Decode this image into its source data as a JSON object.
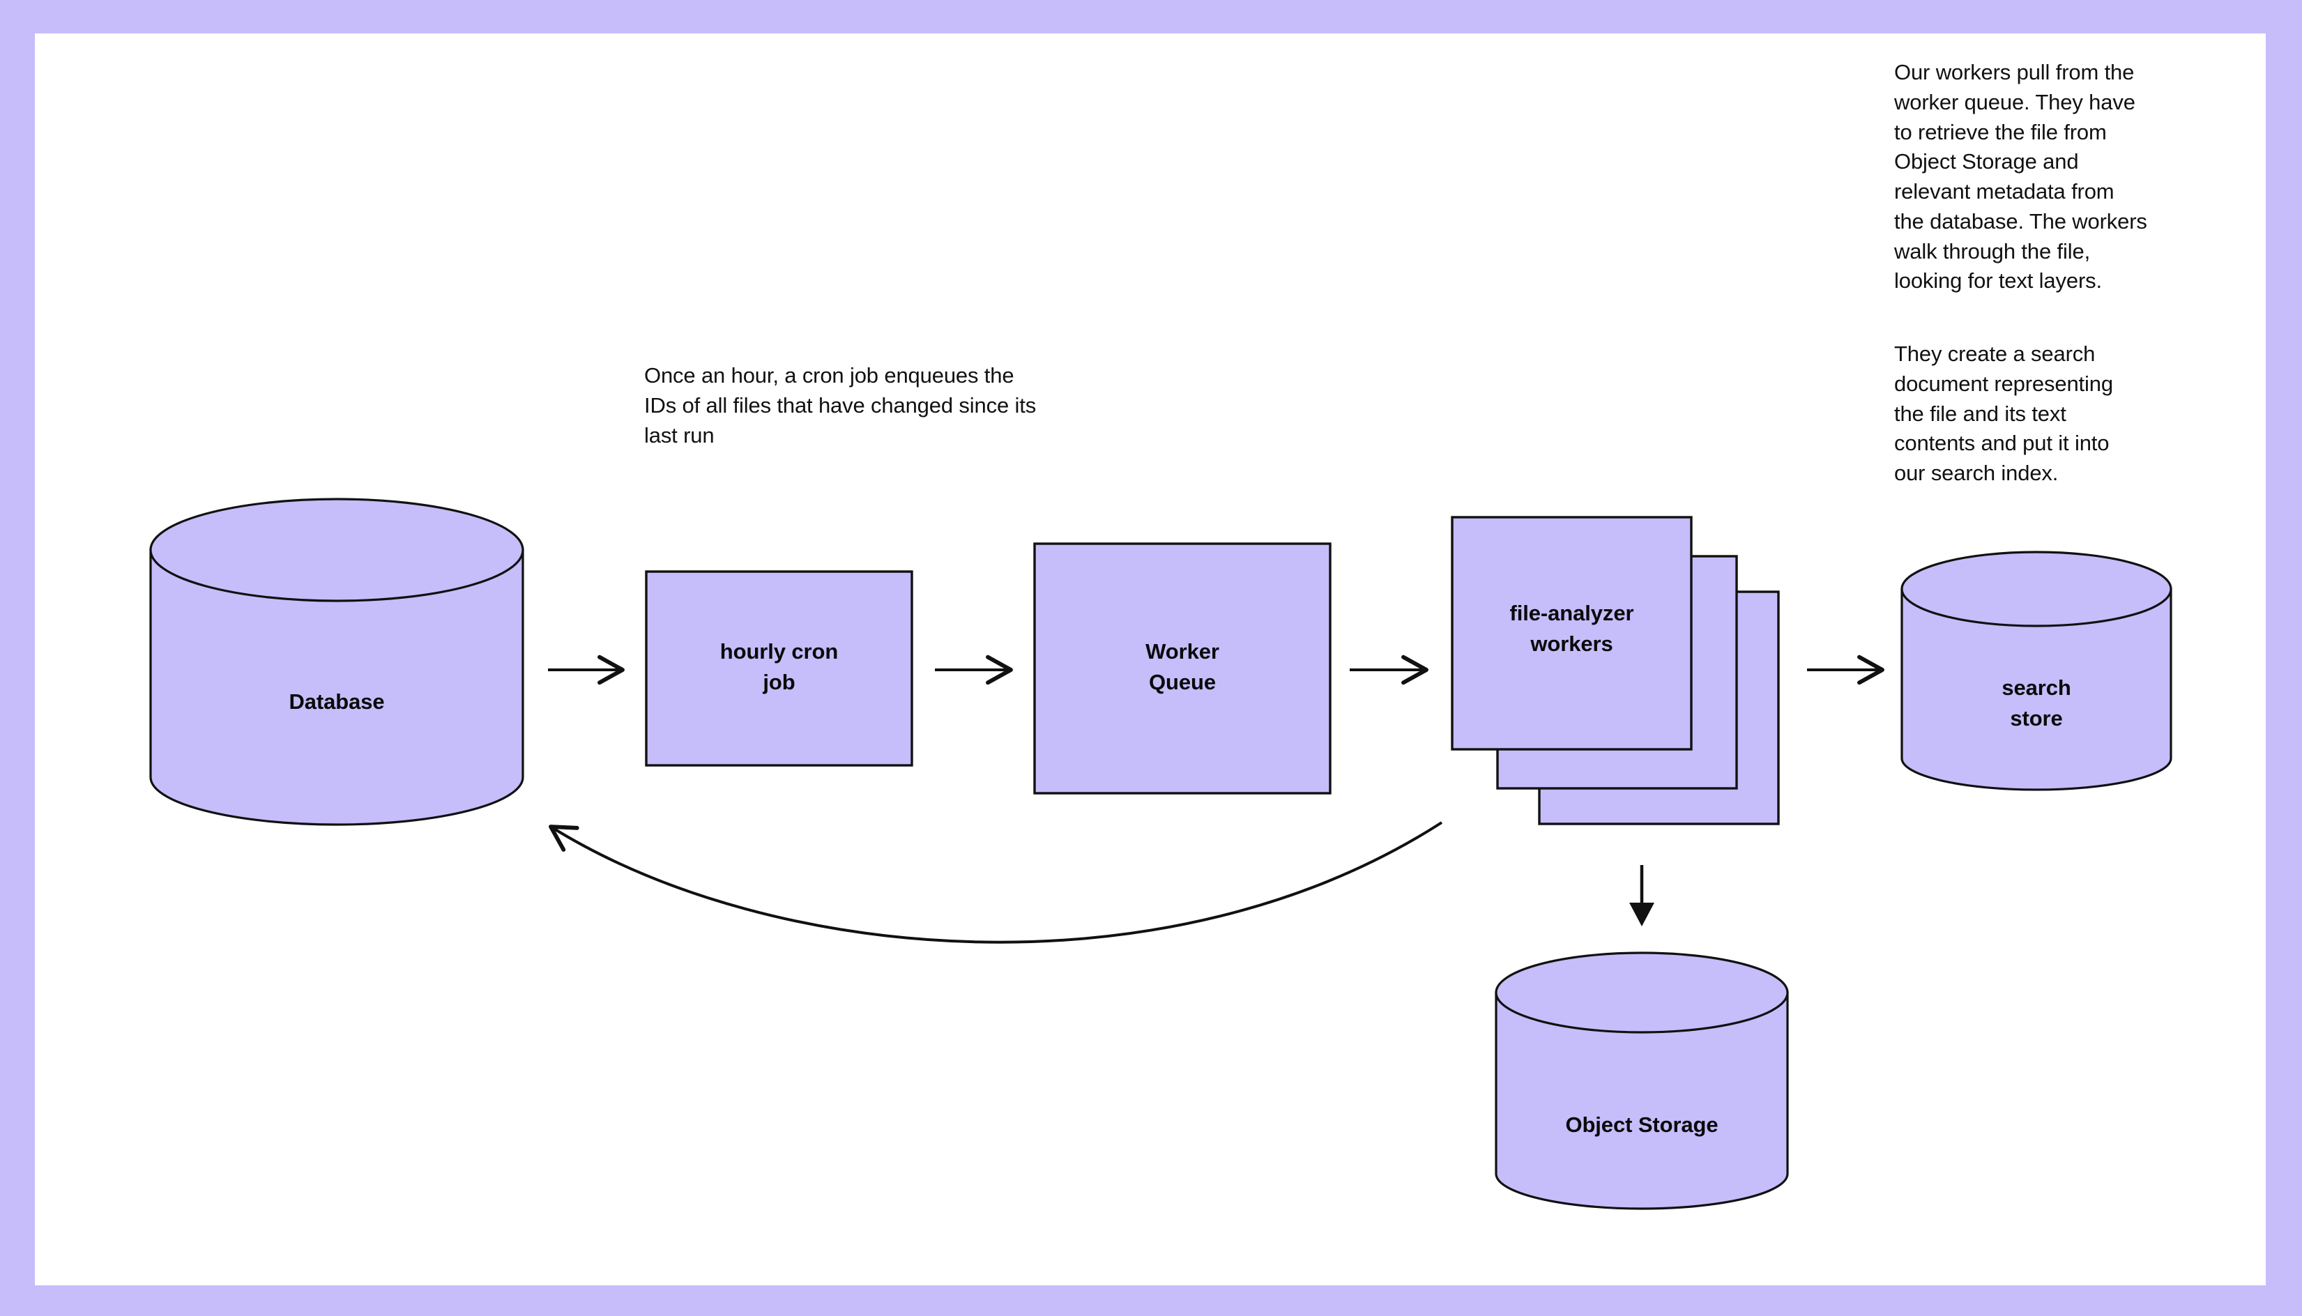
{
  "page": {
    "background_color": "#C7BDFB",
    "canvas_color": "#FFFFFF",
    "shape_fill": "#C6BDFB",
    "shape_stroke": "#111111",
    "text_color": "#0A0A0A"
  },
  "nodes": {
    "database": {
      "label": "Database",
      "type": "cylinder"
    },
    "cron": {
      "label": "hourly cron\njob",
      "type": "rectangle"
    },
    "queue": {
      "label": "Worker\nQueue",
      "type": "rectangle"
    },
    "workers": {
      "label": "file-analyzer\nworkers",
      "type": "stacked-rectangle"
    },
    "search_store": {
      "label": "search\nstore",
      "type": "cylinder"
    },
    "object_storage": {
      "label": "Object Storage",
      "type": "cylinder"
    }
  },
  "annotations": {
    "cron_note": "Once an hour, a cron job enqueues the\nIDs of all files that have changed since its\nlast run",
    "workers_note": "Our workers pull from the\nworker queue. They have\nto retrieve the file from\nObject Storage and\nrelevant metadata from\nthe database. The workers\nwalk through the file,\nlooking for text layers.",
    "search_note": "They create a search\ndocument representing\nthe file and its text\ncontents and put it into\nour search index."
  },
  "edges": [
    {
      "name": "database-to-cron",
      "from": "database",
      "to": "cron",
      "kind": "straight-arrow"
    },
    {
      "name": "cron-to-queue",
      "from": "cron",
      "to": "queue",
      "kind": "straight-arrow"
    },
    {
      "name": "queue-to-workers",
      "from": "queue",
      "to": "workers",
      "kind": "straight-arrow"
    },
    {
      "name": "workers-to-search-store",
      "from": "workers",
      "to": "search_store",
      "kind": "straight-arrow"
    },
    {
      "name": "workers-to-object-storage",
      "from": "workers",
      "to": "object_storage",
      "kind": "straight-arrow-down"
    },
    {
      "name": "workers-to-database",
      "from": "workers",
      "to": "database",
      "kind": "curved-arrow"
    }
  ]
}
